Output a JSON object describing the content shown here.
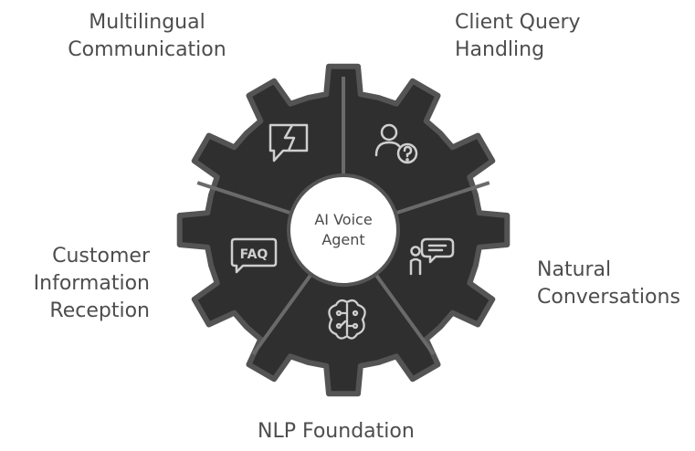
{
  "center": {
    "line1": "AI Voice",
    "line2": "Agent"
  },
  "segments": {
    "multilingual": {
      "line1": "Multilingual",
      "line2": "Communication",
      "icon": "broken-speech-bubble-icon"
    },
    "client": {
      "line1": "Client Query",
      "line2": "Handling",
      "icon": "person-question-icon"
    },
    "natural": {
      "line1": "Natural",
      "line2": "Conversations",
      "icon": "person-chat-icon"
    },
    "nlp": {
      "line1": "NLP Foundation",
      "icon": "brain-circuit-icon"
    },
    "customer": {
      "line1": "Customer",
      "line2": "Information",
      "line3": "Reception",
      "icon": "faq-bubble-icon"
    },
    "faq_text": "FAQ"
  },
  "colors": {
    "gear_fill": "#2f2f2f",
    "gear_stroke": "#545454",
    "divider": "#6a6a6a",
    "icon": "#cfcfcf",
    "center_fill": "#ffffff",
    "text": "#4d4d4d"
  }
}
